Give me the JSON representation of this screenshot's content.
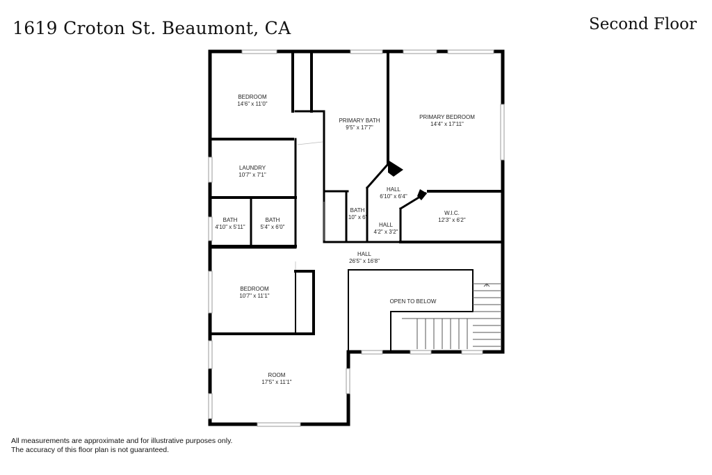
{
  "header": {
    "address": "1619 Croton St. Beaumont, CA",
    "floor_label": "Second Floor"
  },
  "rooms": [
    {
      "id": "bedroom-1",
      "name": "BEDROOM",
      "dims": "14'6\" x 11'0\""
    },
    {
      "id": "primary-bath",
      "name": "PRIMARY BATH",
      "dims": "9'5\" x 17'7\""
    },
    {
      "id": "primary-bedroom",
      "name": "PRIMARY BEDROOM",
      "dims": "14'4\" x 17'11\""
    },
    {
      "id": "laundry",
      "name": "LAUNDRY",
      "dims": "10'7\" x 7'1\""
    },
    {
      "id": "hall-upper",
      "name": "HALL",
      "dims": "6'10\" x 6'4\""
    },
    {
      "id": "bath-1",
      "name": "BATH",
      "dims": "4'10\" x 5'11\""
    },
    {
      "id": "bath-2",
      "name": "BATH",
      "dims": "5'4\" x 6'0\""
    },
    {
      "id": "bath-3",
      "name": "BATH",
      "dims": "10\" x 6'"
    },
    {
      "id": "hall-small",
      "name": "HALL",
      "dims": "4'2\" x 3'2\""
    },
    {
      "id": "wic",
      "name": "W.I.C.",
      "dims": "12'3\" x 6'2\""
    },
    {
      "id": "hall-main",
      "name": "HALL",
      "dims": "26'5\" x 16'8\""
    },
    {
      "id": "bedroom-2",
      "name": "BEDROOM",
      "dims": "10'7\" x 11'1\""
    },
    {
      "id": "open-to-below",
      "name": "OPEN TO BELOW",
      "dims": ""
    },
    {
      "id": "room",
      "name": "ROOM",
      "dims": "17'5\" x 11'1\""
    }
  ],
  "footer": {
    "line1": "All measurements are approximate and for illustrative purposes only.",
    "line2": "The accuracy of this floor plan is not guaranteed."
  },
  "colors": {
    "wall": "#000000",
    "window": "#9a9a9a",
    "background": "#ffffff"
  }
}
